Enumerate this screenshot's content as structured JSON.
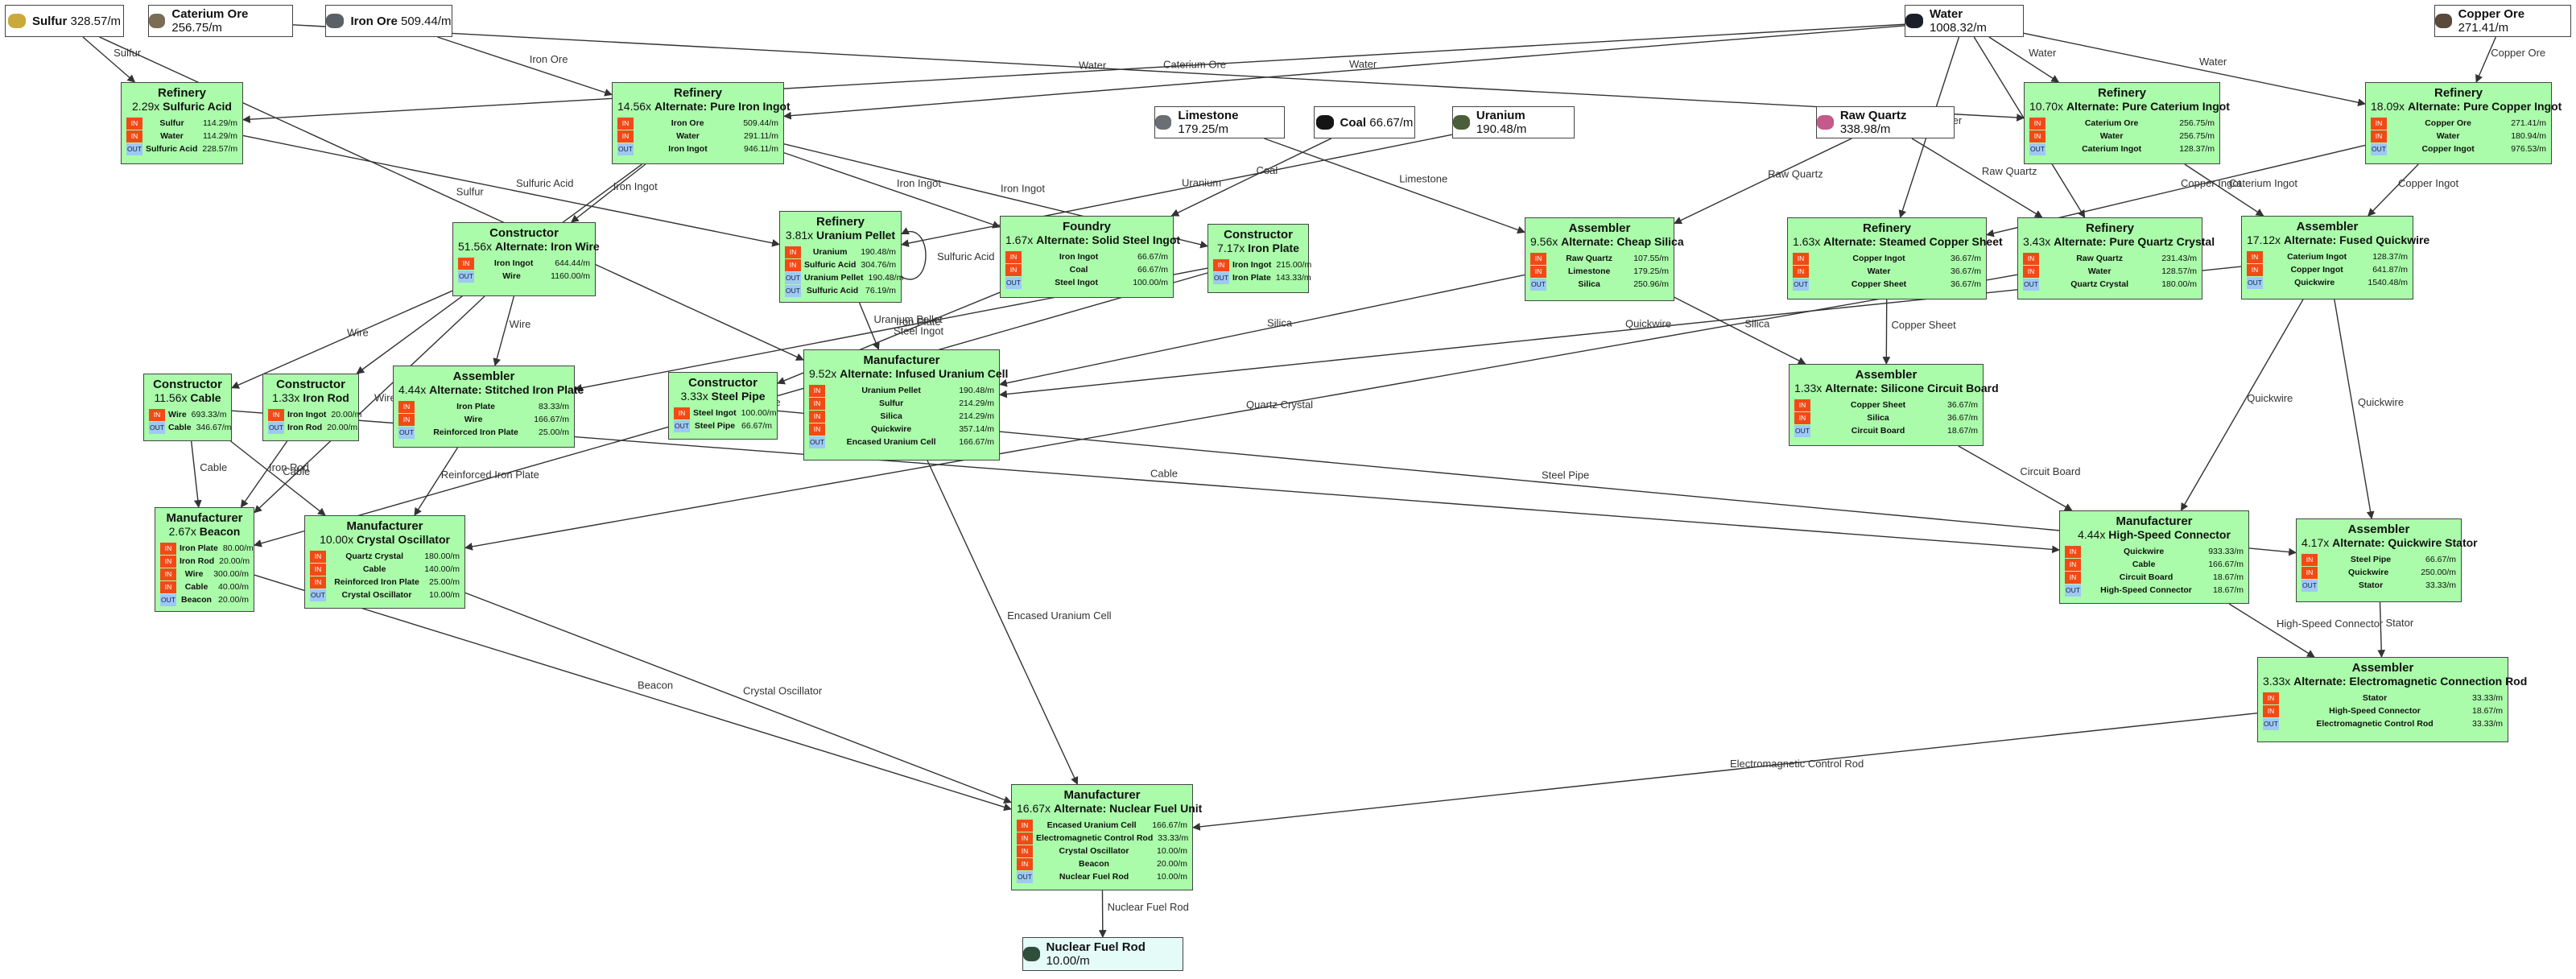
{
  "colors": {
    "node_fill": "#aafbaa",
    "in_tag": "#f24a16",
    "out_tag": "#9ec8f5",
    "sink_fill": "#e4fbf8"
  },
  "resources": [
    {
      "id": "sulfur",
      "name": "Sulfur",
      "rate": "328.57/m",
      "icon": "sulfur-icon"
    },
    {
      "id": "caterium",
      "name": "Caterium Ore",
      "rate": "256.75/m",
      "icon": "caterium-ore-icon"
    },
    {
      "id": "ironore",
      "name": "Iron Ore",
      "rate": "509.44/m",
      "icon": "iron-ore-icon"
    },
    {
      "id": "water",
      "name": "Water",
      "rate": "1008.32/m",
      "icon": "water-icon"
    },
    {
      "id": "copperore",
      "name": "Copper Ore",
      "rate": "271.41/m",
      "icon": "copper-ore-icon"
    },
    {
      "id": "limestone",
      "name": "Limestone",
      "rate": "179.25/m",
      "icon": "limestone-icon"
    },
    {
      "id": "coal",
      "name": "Coal",
      "rate": "66.67/m",
      "icon": "coal-icon"
    },
    {
      "id": "uranium",
      "name": "Uranium",
      "rate": "190.48/m",
      "icon": "uranium-icon"
    },
    {
      "id": "rawquartz",
      "name": "Raw Quartz",
      "rate": "338.98/m",
      "icon": "raw-quartz-icon"
    },
    {
      "id": "nfr",
      "name": "Nuclear Fuel Rod",
      "rate": "10.00/m",
      "icon": "nuclear-fuel-rod-icon"
    }
  ],
  "nodes": [
    {
      "id": "sulfacid",
      "type": "Refinery",
      "mult": "2.29x",
      "recipe": "Sulfuric Acid",
      "io": [
        [
          "IN",
          "Sulfur",
          "114.29/m"
        ],
        [
          "IN",
          "Water",
          "114.29/m"
        ],
        [
          "OUT",
          "Sulfuric Acid",
          "228.57/m"
        ]
      ]
    },
    {
      "id": "pureiron",
      "type": "Refinery",
      "mult": "14.56x",
      "recipe": "Alternate: Pure Iron Ingot",
      "io": [
        [
          "IN",
          "Iron Ore",
          "509.44/m"
        ],
        [
          "IN",
          "Water",
          "291.11/m"
        ],
        [
          "OUT",
          "Iron Ingot",
          "946.11/m"
        ]
      ]
    },
    {
      "id": "purecat",
      "type": "Refinery",
      "mult": "10.70x",
      "recipe": "Alternate: Pure Caterium Ingot",
      "io": [
        [
          "IN",
          "Caterium Ore",
          "256.75/m"
        ],
        [
          "IN",
          "Water",
          "256.75/m"
        ],
        [
          "OUT",
          "Caterium Ingot",
          "128.37/m"
        ]
      ]
    },
    {
      "id": "purecopper",
      "type": "Refinery",
      "mult": "18.09x",
      "recipe": "Alternate: Pure Copper Ingot",
      "io": [
        [
          "IN",
          "Copper Ore",
          "271.41/m"
        ],
        [
          "IN",
          "Water",
          "180.94/m"
        ],
        [
          "OUT",
          "Copper Ingot",
          "976.53/m"
        ]
      ]
    },
    {
      "id": "ironwire",
      "type": "Constructor",
      "mult": "51.56x",
      "recipe": "Alternate: Iron Wire",
      "io": [
        [
          "IN",
          "Iron Ingot",
          "644.44/m"
        ],
        [
          "OUT",
          "Wire",
          "1160.00/m"
        ]
      ]
    },
    {
      "id": "upellet",
      "type": "Refinery",
      "mult": "3.81x",
      "recipe": "Uranium Pellet",
      "io": [
        [
          "IN",
          "Uranium",
          "190.48/m"
        ],
        [
          "IN",
          "Sulfuric Acid",
          "304.76/m"
        ],
        [
          "OUT",
          "Uranium Pellet",
          "190.48/m"
        ],
        [
          "OUT",
          "Sulfuric Acid",
          "76.19/m"
        ]
      ]
    },
    {
      "id": "steelingot",
      "type": "Foundry",
      "mult": "1.67x",
      "recipe": "Alternate: Solid Steel Ingot",
      "io": [
        [
          "IN",
          "Iron Ingot",
          "66.67/m"
        ],
        [
          "IN",
          "Coal",
          "66.67/m"
        ],
        [
          "OUT",
          "Steel Ingot",
          "100.00/m"
        ]
      ]
    },
    {
      "id": "ironplate",
      "type": "Constructor",
      "mult": "7.17x",
      "recipe": "Iron Plate",
      "io": [
        [
          "IN",
          "Iron Ingot",
          "215.00/m"
        ],
        [
          "OUT",
          "Iron Plate",
          "143.33/m"
        ]
      ]
    },
    {
      "id": "cheapsilica",
      "type": "Assembler",
      "mult": "9.56x",
      "recipe": "Alternate: Cheap Silica",
      "io": [
        [
          "IN",
          "Raw Quartz",
          "107.55/m"
        ],
        [
          "IN",
          "Limestone",
          "179.25/m"
        ],
        [
          "OUT",
          "Silica",
          "250.96/m"
        ]
      ]
    },
    {
      "id": "steamcopper",
      "type": "Refinery",
      "mult": "1.63x",
      "recipe": "Alternate: Steamed Copper Sheet",
      "io": [
        [
          "IN",
          "Copper Ingot",
          "36.67/m"
        ],
        [
          "IN",
          "Water",
          "36.67/m"
        ],
        [
          "OUT",
          "Copper Sheet",
          "36.67/m"
        ]
      ]
    },
    {
      "id": "purequartz",
      "type": "Refinery",
      "mult": "3.43x",
      "recipe": "Alternate: Pure Quartz Crystal",
      "io": [
        [
          "IN",
          "Raw Quartz",
          "231.43/m"
        ],
        [
          "IN",
          "Water",
          "128.57/m"
        ],
        [
          "OUT",
          "Quartz Crystal",
          "180.00/m"
        ]
      ]
    },
    {
      "id": "fusedquick",
      "type": "Assembler",
      "mult": "17.12x",
      "recipe": "Alternate: Fused Quickwire",
      "io": [
        [
          "IN",
          "Caterium Ingot",
          "128.37/m"
        ],
        [
          "IN",
          "Copper Ingot",
          "641.87/m"
        ],
        [
          "OUT",
          "Quickwire",
          "1540.48/m"
        ]
      ]
    },
    {
      "id": "cable",
      "type": "Constructor",
      "mult": "11.56x",
      "recipe": "Cable",
      "io": [
        [
          "IN",
          "Wire",
          "693.33/m"
        ],
        [
          "OUT",
          "Cable",
          "346.67/m"
        ]
      ]
    },
    {
      "id": "ironrod",
      "type": "Constructor",
      "mult": "1.33x",
      "recipe": "Iron Rod",
      "io": [
        [
          "IN",
          "Iron Ingot",
          "20.00/m"
        ],
        [
          "OUT",
          "Iron Rod",
          "20.00/m"
        ]
      ]
    },
    {
      "id": "stitched",
      "type": "Assembler",
      "mult": "4.44x",
      "recipe": "Alternate: Stitched Iron Plate",
      "io": [
        [
          "IN",
          "Iron Plate",
          "83.33/m"
        ],
        [
          "IN",
          "Wire",
          "166.67/m"
        ],
        [
          "OUT",
          "Reinforced Iron Plate",
          "25.00/m"
        ]
      ]
    },
    {
      "id": "steelpipe",
      "type": "Constructor",
      "mult": "3.33x",
      "recipe": "Steel Pipe",
      "io": [
        [
          "IN",
          "Steel Ingot",
          "100.00/m"
        ],
        [
          "OUT",
          "Steel Pipe",
          "66.67/m"
        ]
      ]
    },
    {
      "id": "infused",
      "type": "Manufacturer",
      "mult": "9.52x",
      "recipe": "Alternate: Infused Uranium Cell",
      "io": [
        [
          "IN",
          "Uranium Pellet",
          "190.48/m"
        ],
        [
          "IN",
          "Sulfur",
          "214.29/m"
        ],
        [
          "IN",
          "Silica",
          "214.29/m"
        ],
        [
          "IN",
          "Quickwire",
          "357.14/m"
        ],
        [
          "OUT",
          "Encased Uranium Cell",
          "166.67/m"
        ]
      ]
    },
    {
      "id": "circuit",
      "type": "Assembler",
      "mult": "1.33x",
      "recipe": "Alternate: Silicone Circuit Board",
      "io": [
        [
          "IN",
          "Copper Sheet",
          "36.67/m"
        ],
        [
          "IN",
          "Silica",
          "36.67/m"
        ],
        [
          "OUT",
          "Circuit Board",
          "18.67/m"
        ]
      ]
    },
    {
      "id": "beacon",
      "type": "Manufacturer",
      "mult": "2.67x",
      "recipe": "Beacon",
      "io": [
        [
          "IN",
          "Iron Plate",
          "80.00/m"
        ],
        [
          "IN",
          "Iron Rod",
          "20.00/m"
        ],
        [
          "IN",
          "Wire",
          "300.00/m"
        ],
        [
          "IN",
          "Cable",
          "40.00/m"
        ],
        [
          "OUT",
          "Beacon",
          "20.00/m"
        ]
      ]
    },
    {
      "id": "crystalosc",
      "type": "Manufacturer",
      "mult": "10.00x",
      "recipe": "Crystal Oscillator",
      "io": [
        [
          "IN",
          "Quartz Crystal",
          "180.00/m"
        ],
        [
          "IN",
          "Cable",
          "140.00/m"
        ],
        [
          "IN",
          "Reinforced Iron Plate",
          "25.00/m"
        ],
        [
          "OUT",
          "Crystal Oscillator",
          "10.00/m"
        ]
      ]
    },
    {
      "id": "hsconn",
      "type": "Manufacturer",
      "mult": "4.44x",
      "recipe": "High-Speed Connector",
      "io": [
        [
          "IN",
          "Quickwire",
          "933.33/m"
        ],
        [
          "IN",
          "Cable",
          "166.67/m"
        ],
        [
          "IN",
          "Circuit Board",
          "18.67/m"
        ],
        [
          "OUT",
          "High-Speed Connector",
          "18.67/m"
        ]
      ]
    },
    {
      "id": "qstator",
      "type": "Assembler",
      "mult": "4.17x",
      "recipe": "Alternate: Quickwire Stator",
      "io": [
        [
          "IN",
          "Steel Pipe",
          "66.67/m"
        ],
        [
          "IN",
          "Quickwire",
          "250.00/m"
        ],
        [
          "OUT",
          "Stator",
          "33.33/m"
        ]
      ]
    },
    {
      "id": "emcr",
      "type": "Assembler",
      "mult": "3.33x",
      "recipe": "Alternate: Electromagnetic Connection Rod",
      "io": [
        [
          "IN",
          "Stator",
          "33.33/m"
        ],
        [
          "IN",
          "High-Speed Connector",
          "18.67/m"
        ],
        [
          "OUT",
          "Electromagnetic Control Rod",
          "33.33/m"
        ]
      ]
    },
    {
      "id": "nfu",
      "type": "Manufacturer",
      "mult": "16.67x",
      "recipe": "Alternate: Nuclear Fuel Unit",
      "io": [
        [
          "IN",
          "Encased Uranium Cell",
          "166.67/m"
        ],
        [
          "IN",
          "Electromagnetic Control Rod",
          "33.33/m"
        ],
        [
          "IN",
          "Crystal Oscillator",
          "10.00/m"
        ],
        [
          "IN",
          "Beacon",
          "20.00/m"
        ],
        [
          "OUT",
          "Nuclear Fuel Rod",
          "10.00/m"
        ]
      ]
    }
  ],
  "edges": [
    {
      "from": "sulfur",
      "to": "sulfacid",
      "label": "Sulfur"
    },
    {
      "from": "sulfur",
      "to": "infused",
      "label": "Sulfur"
    },
    {
      "from": "caterium",
      "to": "purecat",
      "label": "Caterium Ore"
    },
    {
      "from": "ironore",
      "to": "pureiron",
      "label": "Iron Ore"
    },
    {
      "from": "water",
      "to": "sulfacid",
      "label": "Water"
    },
    {
      "from": "water",
      "to": "pureiron",
      "label": "Water"
    },
    {
      "from": "water",
      "to": "purecat",
      "label": "Water"
    },
    {
      "from": "water",
      "to": "purecopper",
      "label": "Water"
    },
    {
      "from": "water",
      "to": "steamcopper",
      "label": "Water"
    },
    {
      "from": "water",
      "to": "purequartz",
      "label": "Water"
    },
    {
      "from": "copperore",
      "to": "purecopper",
      "label": "Copper Ore"
    },
    {
      "from": "limestone",
      "to": "cheapsilica",
      "label": "Limestone"
    },
    {
      "from": "coal",
      "to": "steelingot",
      "label": "Coal"
    },
    {
      "from": "uranium",
      "to": "upellet",
      "label": "Uranium"
    },
    {
      "from": "rawquartz",
      "to": "cheapsilica",
      "label": "Raw Quartz"
    },
    {
      "from": "rawquartz",
      "to": "purequartz",
      "label": "Raw Quartz"
    },
    {
      "from": "sulfacid",
      "to": "upellet",
      "label": "Sulfuric Acid"
    },
    {
      "from": "upellet",
      "to": "upellet",
      "label": "Sulfuric Acid"
    },
    {
      "from": "pureiron",
      "to": "ironwire",
      "label": "Iron Ingot"
    },
    {
      "from": "pureiron",
      "to": "steelingot",
      "label": "Iron Ingot"
    },
    {
      "from": "pureiron",
      "to": "ironplate",
      "label": "Iron Ingot"
    },
    {
      "from": "pureiron",
      "to": "ironrod",
      "label": "Iron Ingot"
    },
    {
      "from": "purecat",
      "to": "fusedquick",
      "label": "Caterium Ingot"
    },
    {
      "from": "purecopper",
      "to": "fusedquick",
      "label": "Copper Ingot"
    },
    {
      "from": "purecopper",
      "to": "steamcopper",
      "label": "Copper Ingot"
    },
    {
      "from": "ironwire",
      "to": "stitched",
      "label": "Wire"
    },
    {
      "from": "ironwire",
      "to": "cable",
      "label": "Wire"
    },
    {
      "from": "ironwire",
      "to": "beacon",
      "label": "Wire"
    },
    {
      "from": "upellet",
      "to": "infused",
      "label": "Uranium Pellet"
    },
    {
      "from": "steelingot",
      "to": "steelpipe",
      "label": "Steel Ingot"
    },
    {
      "from": "ironplate",
      "to": "stitched",
      "label": "Iron Plate"
    },
    {
      "from": "ironplate",
      "to": "beacon",
      "label": "Iron Plate"
    },
    {
      "from": "cheapsilica",
      "to": "infused",
      "label": "Silica"
    },
    {
      "from": "cheapsilica",
      "to": "circuit",
      "label": "Silica"
    },
    {
      "from": "steamcopper",
      "to": "circuit",
      "label": "Copper Sheet"
    },
    {
      "from": "purequartz",
      "to": "crystalosc",
      "label": "Quartz Crystal"
    },
    {
      "from": "fusedquick",
      "to": "infused",
      "label": "Quickwire"
    },
    {
      "from": "fusedquick",
      "to": "hsconn",
      "label": "Quickwire"
    },
    {
      "from": "fusedquick",
      "to": "qstator",
      "label": "Quickwire"
    },
    {
      "from": "cable",
      "to": "beacon",
      "label": "Cable"
    },
    {
      "from": "cable",
      "to": "crystalosc",
      "label": "Cable"
    },
    {
      "from": "cable",
      "to": "hsconn",
      "label": "Cable"
    },
    {
      "from": "ironrod",
      "to": "beacon",
      "label": "Iron Rod"
    },
    {
      "from": "stitched",
      "to": "crystalosc",
      "label": "Reinforced Iron Plate"
    },
    {
      "from": "steelpipe",
      "to": "qstator",
      "label": "Steel Pipe"
    },
    {
      "from": "circuit",
      "to": "hsconn",
      "label": "Circuit Board"
    },
    {
      "from": "hsconn",
      "to": "emcr",
      "label": "High-Speed Connector"
    },
    {
      "from": "qstator",
      "to": "emcr",
      "label": "Stator"
    },
    {
      "from": "infused",
      "to": "nfu",
      "label": "Encased Uranium Cell"
    },
    {
      "from": "beacon",
      "to": "nfu",
      "label": "Beacon"
    },
    {
      "from": "crystalosc",
      "to": "nfu",
      "label": "Crystal Oscillator"
    },
    {
      "from": "emcr",
      "to": "nfu",
      "label": "Electromagnetic Control Rod"
    },
    {
      "from": "nfu",
      "to": "nfr",
      "label": "Nuclear Fuel Rod"
    }
  ]
}
